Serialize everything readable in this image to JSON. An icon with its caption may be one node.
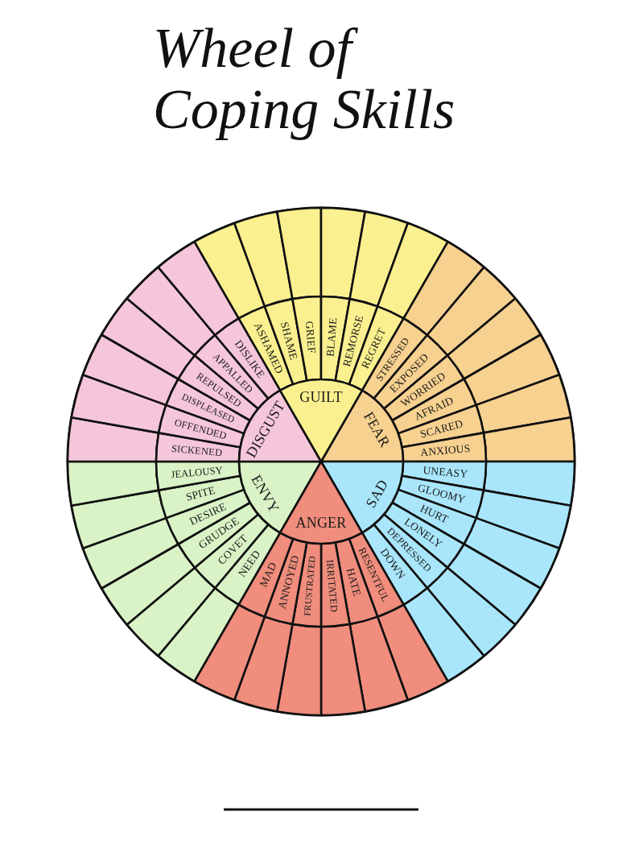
{
  "diagram": {
    "title": "Wheel of Coping Skills",
    "nodes": [
      {
        "text": [
          "GUILT"
        ]
      },
      {
        "text": [
          "ASHAMED"
        ]
      },
      {
        "text": [
          "SHAME"
        ]
      },
      {
        "text": [
          "GRIEF"
        ]
      },
      {
        "text": [
          "BLAME"
        ]
      },
      {
        "text": [
          "REMORSE"
        ]
      },
      {
        "text": [
          "REGRET"
        ]
      },
      {
        "text": [],
        "shape": "wedge"
      },
      {
        "text": [],
        "shape": "wedge"
      },
      {
        "text": [],
        "shape": "wedge"
      },
      {
        "text": [],
        "shape": "wedge"
      },
      {
        "text": [],
        "shape": "wedge"
      },
      {
        "text": [],
        "shape": "wedge"
      },
      {
        "text": [
          "FEAR"
        ]
      },
      {
        "text": [
          "STRESSED"
        ]
      },
      {
        "text": [
          "EXPOSED"
        ]
      },
      {
        "text": [
          "WORRIED"
        ]
      },
      {
        "text": [
          "AFRAID"
        ]
      },
      {
        "text": [
          "SCARED"
        ]
      },
      {
        "text": [
          "ANXIOUS"
        ]
      },
      {
        "text": [],
        "shape": "wedge"
      },
      {
        "text": [],
        "shape": "wedge"
      },
      {
        "text": [],
        "shape": "wedge"
      },
      {
        "text": [],
        "shape": "wedge"
      },
      {
        "text": [],
        "shape": "wedge"
      },
      {
        "text": [],
        "shape": "wedge"
      },
      {
        "text": [
          "SAD"
        ]
      },
      {
        "text": [
          "UNEASY"
        ]
      },
      {
        "text": [
          "GLOOMY"
        ]
      },
      {
        "text": [
          "HURT"
        ]
      },
      {
        "text": [
          "LONELY"
        ]
      },
      {
        "text": [
          "DEPRESSED"
        ]
      },
      {
        "text": [
          "DOWN"
        ]
      },
      {
        "text": [],
        "shape": "wedge"
      },
      {
        "text": [],
        "shape": "wedge"
      },
      {
        "text": [],
        "shape": "wedge"
      },
      {
        "text": [],
        "shape": "wedge"
      },
      {
        "text": [],
        "shape": "wedge"
      },
      {
        "text": [],
        "shape": "wedge"
      },
      {
        "text": [
          "ANGER"
        ]
      },
      {
        "text": [
          "RESENTFUL"
        ]
      },
      {
        "text": [
          "HATE"
        ]
      },
      {
        "text": [
          "IRRITATED"
        ]
      },
      {
        "text": [
          "FRUSTRATED"
        ]
      },
      {
        "text": [
          "ANNOYED"
        ]
      },
      {
        "text": [
          "MAD"
        ]
      },
      {
        "text": [],
        "shape": "wedge"
      },
      {
        "text": [],
        "shape": "wedge"
      },
      {
        "text": [],
        "shape": "wedge"
      },
      {
        "text": [],
        "shape": "wedge"
      },
      {
        "text": [],
        "shape": "wedge"
      },
      {
        "text": [],
        "shape": "wedge"
      },
      {
        "text": [
          "ENVY"
        ]
      },
      {
        "text": [
          "NEED"
        ]
      },
      {
        "text": [
          "COVET"
        ]
      },
      {
        "text": [
          "GRUDGE"
        ]
      },
      {
        "text": [
          "DESIRE"
        ]
      },
      {
        "text": [
          "SPITE"
        ]
      },
      {
        "text": [
          "JEALOUSY"
        ]
      },
      {
        "text": [],
        "shape": "wedge"
      },
      {
        "text": [],
        "shape": "wedge"
      },
      {
        "text": [],
        "shape": "wedge"
      },
      {
        "text": [],
        "shape": "wedge"
      },
      {
        "text": [],
        "shape": "wedge"
      },
      {
        "text": [],
        "shape": "wedge"
      },
      {
        "text": [
          "DISGUST"
        ]
      },
      {
        "text": [
          "SICKENED"
        ]
      },
      {
        "text": [
          "OFFENDED"
        ]
      },
      {
        "text": [
          "DISPLEASED"
        ]
      },
      {
        "text": [
          "REPULSED"
        ]
      },
      {
        "text": [
          "APPALLED"
        ]
      },
      {
        "text": [
          "DISLIKE"
        ]
      },
      {
        "text": [],
        "shape": "wedge"
      },
      {
        "text": [],
        "shape": "wedge"
      },
      {
        "text": [],
        "shape": "wedge"
      },
      {
        "text": [],
        "shape": "wedge"
      },
      {
        "text": [],
        "shape": "wedge"
      },
      {
        "text": [],
        "shape": "wedge"
      }
    ]
  }
}
